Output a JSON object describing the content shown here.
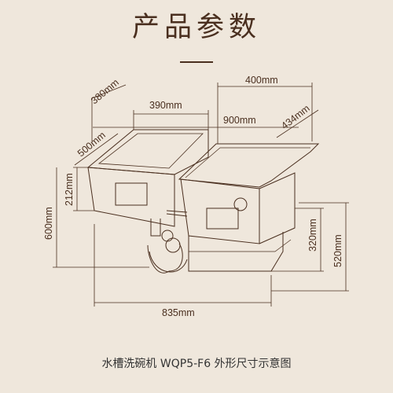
{
  "title": "产品参数",
  "caption": "水槽洗碗机 WQP5-F6 外形尺寸示意图",
  "dimensions": {
    "sink_depth_top": "380mm",
    "sink_width": "390mm",
    "sink_side_depth": "500mm",
    "sink_height": "212mm",
    "overall_height_left": "600mm",
    "dishwasher_width_top": "400mm",
    "dishwasher_depth": "434mm",
    "top_span": "900mm",
    "dishwasher_height": "320mm",
    "overall_height_right": "520mm",
    "bottom_total_width": "835mm"
  },
  "colors": {
    "background": "#efe7dc",
    "line": "#4a2f1f"
  }
}
